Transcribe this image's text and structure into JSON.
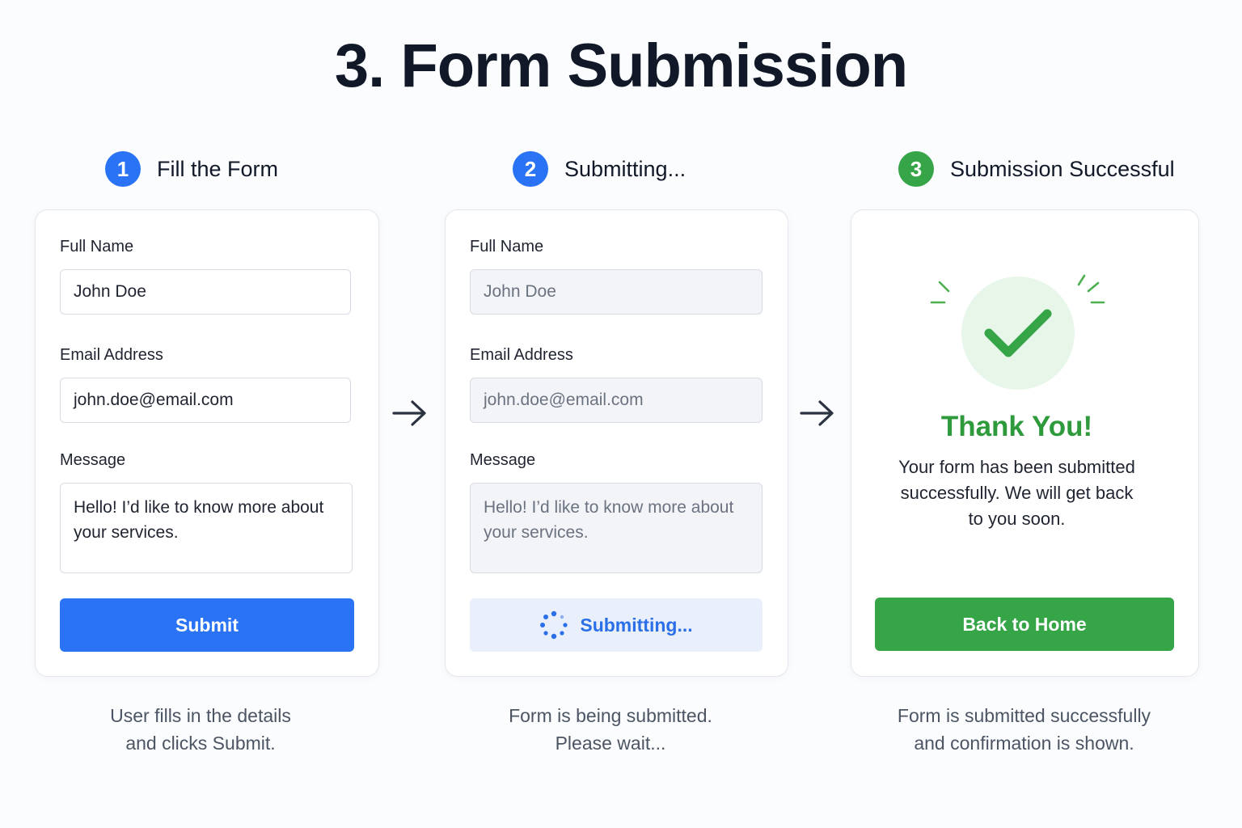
{
  "page_title": "3. Form Submission",
  "steps": [
    {
      "number": "1",
      "label": "Fill the Form",
      "fields": {
        "name_label": "Full Name",
        "name_value": "John Doe",
        "email_label": "Email Address",
        "email_value": "john.doe@email.com",
        "message_label": "Message",
        "message_value": "Hello! I’d like to know more about your services."
      },
      "button_label": "Submit",
      "caption_line1": "User fills in the details",
      "caption_line2": "and clicks Submit."
    },
    {
      "number": "2",
      "label": "Submitting...",
      "fields": {
        "name_label": "Full Name",
        "name_value": "John Doe",
        "email_label": "Email Address",
        "email_value": "john.doe@email.com",
        "message_label": "Message",
        "message_value": "Hello! I’d like to know more about your services."
      },
      "button_label": "Submitting...",
      "caption_line1": "Form is being submitted.",
      "caption_line2": "Please wait..."
    },
    {
      "number": "3",
      "label": "Submission Successful",
      "success_title": "Thank You!",
      "success_line1": "Your form has been submitted",
      "success_line2": "successfully. We will get back",
      "success_line3": "to you soon.",
      "button_label": "Back to Home",
      "caption_line1": "Form is submitted successfully",
      "caption_line2": "and confirmation is shown."
    }
  ],
  "icons": {
    "arrow": "arrow-right-icon",
    "spinner": "loading-spinner-icon",
    "success": "checkmark-icon"
  },
  "colors": {
    "primary_blue": "#2a73f5",
    "success_green": "#36a547",
    "success_light": "#e8f6ea",
    "muted_bg": "#f2f4f8",
    "submitting_bg": "#e9f0fb"
  }
}
